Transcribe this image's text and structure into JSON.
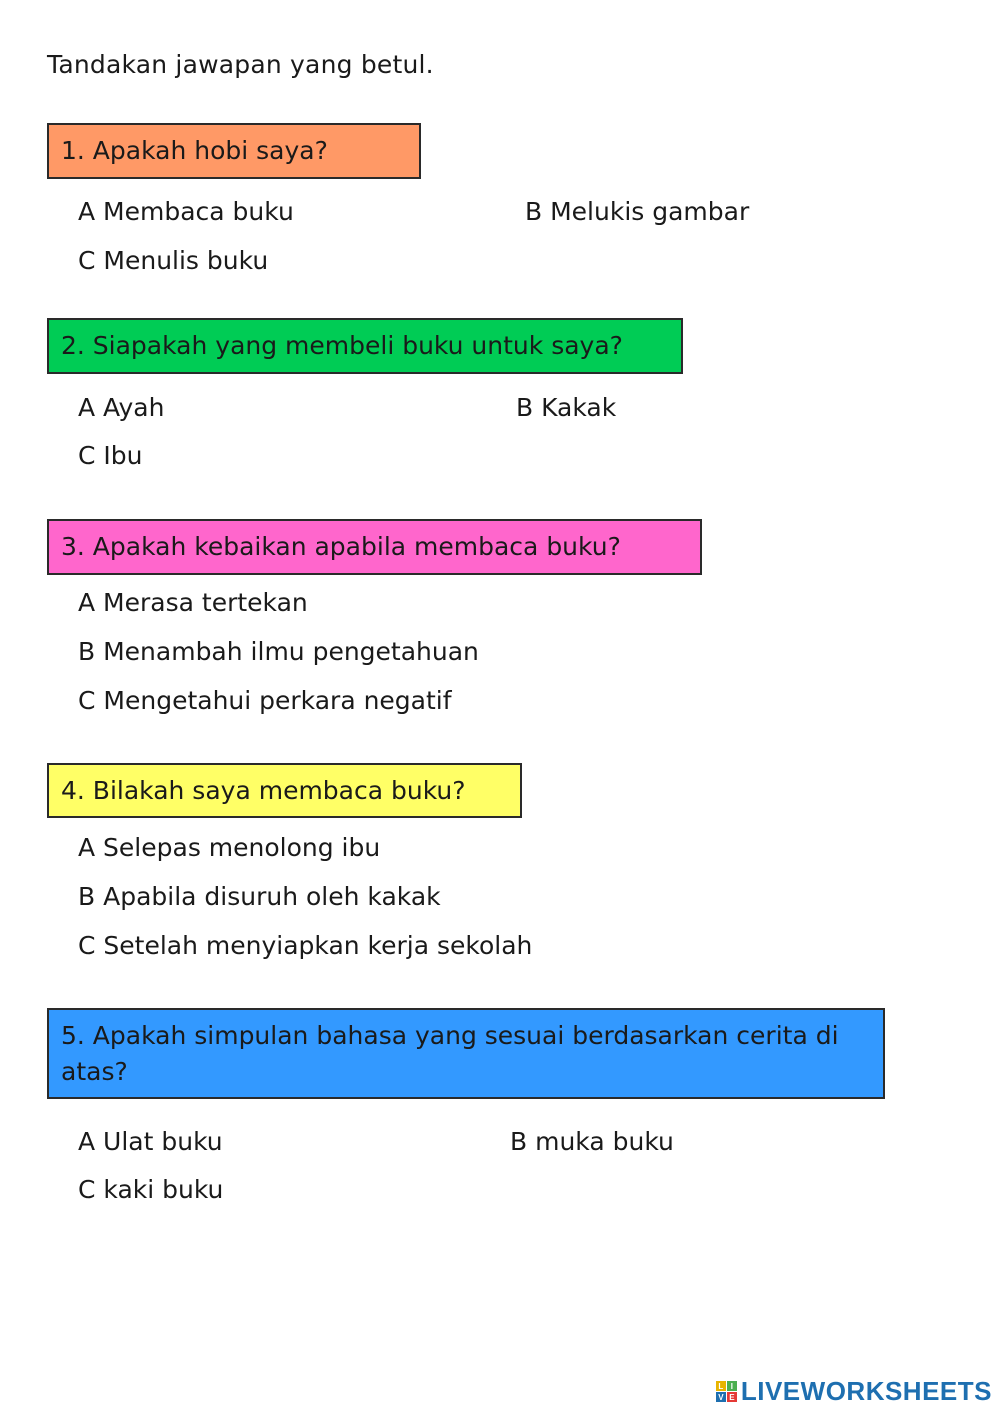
{
  "instruction": "Tandakan jawapan yang betul.",
  "questions": [
    {
      "text": "1. Apakah hobi saya?",
      "color": "#ff9966",
      "options": [
        "A Membaca buku",
        "B Melukis gambar",
        "C Menulis buku"
      ]
    },
    {
      "text": "2. Siapakah yang membeli buku untuk saya?",
      "color": "#00cc55",
      "options": [
        "A Ayah",
        "B Kakak",
        "C Ibu"
      ]
    },
    {
      "text": "3. Apakah kebaikan apabila membaca buku?",
      "color": "#ff66cc",
      "options": [
        "A Merasa tertekan",
        "B Menambah ilmu pengetahuan",
        "C Mengetahui perkara negatif"
      ]
    },
    {
      "text": "4. Bilakah saya membaca buku?",
      "color": "#ffff66",
      "options": [
        "A Selepas menolong ibu",
        "B Apabila disuruh oleh kakak",
        "C Setelah menyiapkan kerja sekolah"
      ]
    },
    {
      "text": "5. Apakah simpulan bahasa yang sesuai berdasarkan cerita di atas?",
      "color": "#3399ff",
      "options": [
        "A Ulat buku",
        "B muka buku",
        "C kaki buku"
      ]
    }
  ],
  "footer": {
    "logo_text": "LIVEWORKSHEETS",
    "logo_letters": [
      "L",
      "I",
      "V",
      "E"
    ]
  }
}
